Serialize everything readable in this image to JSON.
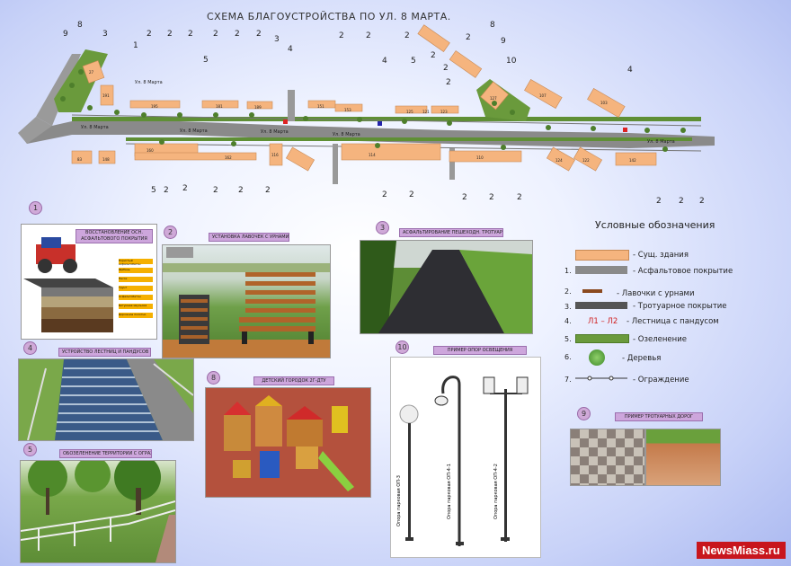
{
  "title": "СХЕМА БЛАГОУСТРОЙСТВА ПО УЛ. 8 МАРТА.",
  "street_labels": [
    "Ул. 8 Марта",
    "Ул. 8 Марта",
    "Ул. 8 Марта",
    "Ул. 8 Марта",
    "Ул. 8 Марта",
    "Ул. 8 Марта"
  ],
  "top_labels": [
    "9",
    "8",
    "3",
    "1",
    "2",
    "2",
    "2",
    "2",
    "2",
    "2",
    "3",
    "5",
    "4",
    "2",
    "2",
    "2",
    "4",
    "5",
    "2",
    "2",
    "2",
    "2",
    "8",
    "9",
    "10",
    "4"
  ],
  "bottom_labels": [
    "5",
    "2",
    "2",
    "2",
    "2",
    "2",
    "2",
    "2",
    "2",
    "2",
    "2",
    "2",
    "2",
    "2"
  ],
  "building_numbers": [
    "27",
    "191",
    "195",
    "181",
    "189",
    "151",
    "153",
    "125",
    "123",
    "121",
    "127",
    "107",
    "103",
    "83",
    "160",
    "148",
    "162",
    "116",
    "114",
    "110",
    "124",
    "122",
    "142"
  ],
  "legend": {
    "title": "Условные обозначения",
    "items": [
      {
        "num": "",
        "text": "- Сущ. здания"
      },
      {
        "num": "1.",
        "text": "- Асфальтовое покрытие"
      },
      {
        "num": "2.",
        "text": "- Лавочки с урнами"
      },
      {
        "num": "3.",
        "text": "- Тротуарное покрытие"
      },
      {
        "num": "4.",
        "text": "- Лестница с пандусом",
        "symbol": "Л1 – Л2"
      },
      {
        "num": "5.",
        "text": "- Озеленение"
      },
      {
        "num": "6.",
        "text": "- Деревья"
      },
      {
        "num": "7.",
        "text": "- Ограждение"
      }
    ]
  },
  "panels": [
    {
      "num": "1",
      "caption": "ВОССТАНОВЛЕНИЕ ОСН. АСФАЛЬТОВОГО ПОКРЫТИЯ"
    },
    {
      "num": "2",
      "caption": "УСТАНОВКА ЛАВОЧЕК С УРНАМИ"
    },
    {
      "num": "3",
      "caption": "АСФАЛЬТИРОВАНИЕ ПЕШЕХОДН. ТРОТУАРОВ"
    },
    {
      "num": "4",
      "caption": "УСТРОЙСТВО ЛЕСТНИЦ И ПАНДУСОВ"
    },
    {
      "num": "5",
      "caption": "ОБОЗЕЛЕНЕНИЕ ТЕРРИТОРИИ С ОГРАЖДЕНИЕМ"
    },
    {
      "num": "8",
      "caption": "ДЕТСКИЙ ГОРОДОК 2Г-ДТУ"
    },
    {
      "num": "9",
      "caption": "ПРИМЕР ТРОТУАРНЫХ ДОРОГ"
    },
    {
      "num": "10",
      "caption": "ПРИМЕР ОПОР ОСВЕЩЕНИЯ"
    }
  ],
  "asphalt_diagram_labels": [
    "Пористый асфальтобетон",
    "Щебень",
    "Песок",
    "Грунт",
    "Асфальтобетон",
    "Битумная эмульсия",
    "Дорожное полотно"
  ],
  "lamp_labels": [
    "Опора парковая ОП-3",
    "Опора парковая ОП-4-1",
    "Опора парковая ОП-4-2"
  ],
  "logo": "NewsMiass.ru",
  "colors": {
    "building": "#f5b47e",
    "road": "#8a8a8a",
    "green": "#6a9a3c",
    "caption_bg": "#cda6dc"
  }
}
